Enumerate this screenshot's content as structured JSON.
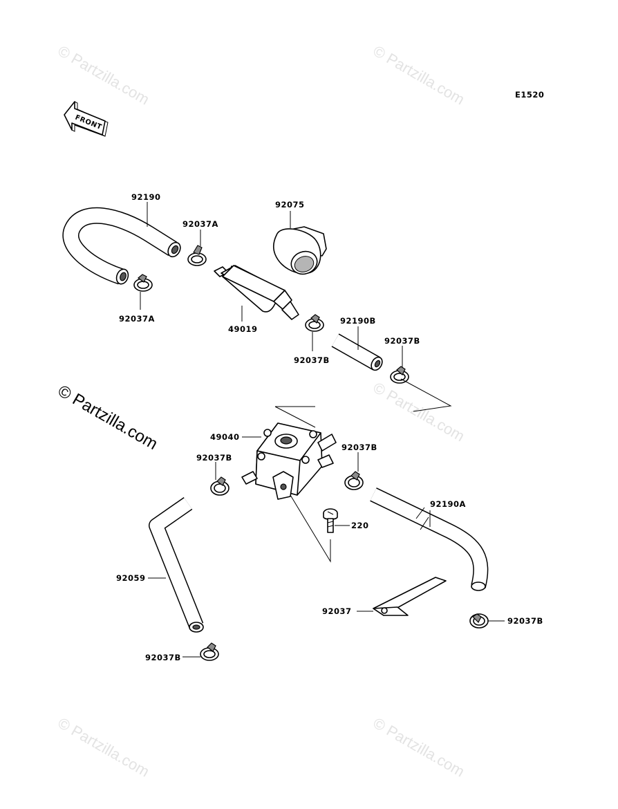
{
  "diagram_code": "E1520",
  "front_arrow_text": "FRONT",
  "watermark": {
    "faint_text": "© Partzilla.com",
    "main_text": "© Partzilla.com"
  },
  "labels": {
    "p92190": "92190",
    "p92037A_top": "92037A",
    "p92037A_bottom": "92037A",
    "p92075": "92075",
    "p49019": "49019",
    "p92190B": "92190B",
    "p92037B_filter": "92037B",
    "p92037B_hose": "92037B",
    "p49040": "49040",
    "p92037B_pump_left": "92037B",
    "p92037B_pump_right": "92037B",
    "p92190A": "92190A",
    "p220": "220",
    "p92059": "92059",
    "p92037": "92037",
    "p92037B_bottom_left": "92037B",
    "p92037B_bottom_right": "92037B"
  },
  "colors": {
    "line": "#000000",
    "watermark_faint": "#e3e3e3",
    "shade": "#8c8c8c"
  }
}
